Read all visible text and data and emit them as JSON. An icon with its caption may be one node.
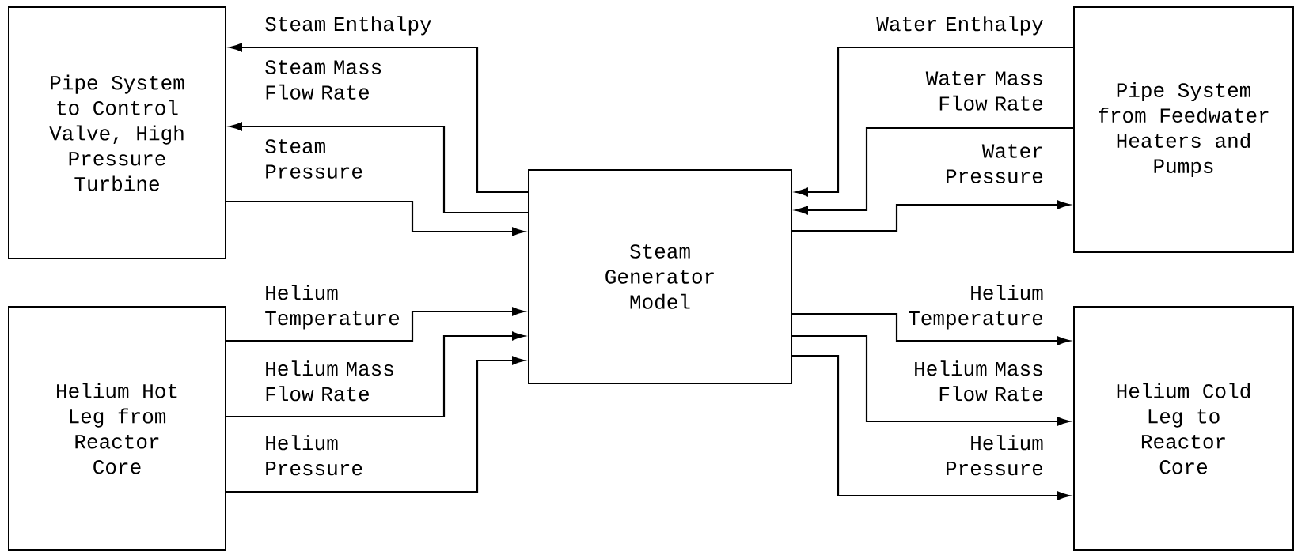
{
  "diagram": {
    "nodes": [
      {
        "text": [
          "Pipe System to Control Valve, High Pressure Turbine"
        ]
      },
      {
        "text": [
          "Pipe System from Feedwater Heaters and Pumps"
        ]
      },
      {
        "text": [
          "Steam Generator Model"
        ]
      },
      {
        "text": [
          "Helium Hot Leg from Reactor Core"
        ]
      },
      {
        "text": [
          "Helium Cold Leg to Reactor Core"
        ]
      }
    ],
    "edges": [
      {
        "from": 2,
        "to": 0,
        "arrow": "to",
        "label": "Steam Enthalpy"
      },
      {
        "from": 2,
        "to": 0,
        "arrow": "to",
        "label": "Steam Mass Flow Rate"
      },
      {
        "from": 0,
        "to": 2,
        "arrow": "to",
        "label": "Steam Pressure"
      },
      {
        "from": 1,
        "to": 2,
        "arrow": "to",
        "label": "Water Enthalpy"
      },
      {
        "from": 1,
        "to": 2,
        "arrow": "to",
        "label": "Water Mass Flow Rate"
      },
      {
        "from": 2,
        "to": 1,
        "arrow": "to",
        "label": "Water Pressure"
      },
      {
        "from": 3,
        "to": 2,
        "arrow": "to",
        "label": "Helium Temperature"
      },
      {
        "from": 3,
        "to": 2,
        "arrow": "to",
        "label": "Helium Mass Flow Rate"
      },
      {
        "from": 3,
        "to": 2,
        "arrow": "to",
        "label": "Helium Pressure"
      },
      {
        "from": 2,
        "to": 4,
        "arrow": "to",
        "label": "Helium Temperature"
      },
      {
        "from": 2,
        "to": 4,
        "arrow": "to",
        "label": "Helium Mass Flow Rate"
      },
      {
        "from": 2,
        "to": 4,
        "arrow": "to",
        "label": "Helium Pressure"
      }
    ]
  }
}
